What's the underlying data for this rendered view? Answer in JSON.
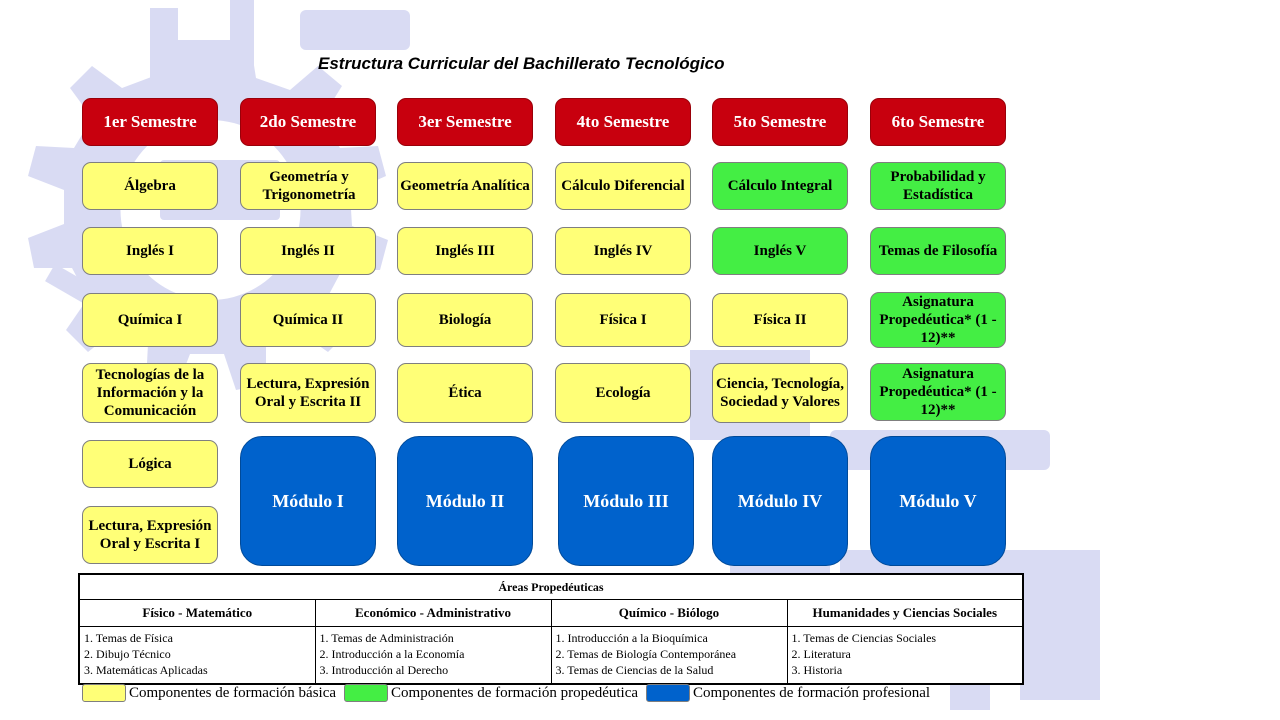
{
  "title": "Estructura Curricular del Bachillerato Tecnológico",
  "colors": {
    "header": "#c8000e",
    "basic": "#ffff77",
    "propedeutic": "#44ee44",
    "professional": "#0062cc",
    "watermark": "#b4b8e8"
  },
  "semesters": [
    {
      "header": "1er Semestre",
      "boxes": [
        {
          "text": "Álgebra",
          "kind": "basic"
        },
        {
          "text": "Inglés I",
          "kind": "basic"
        },
        {
          "text": "Química I",
          "kind": "basic"
        },
        {
          "text": "Tecnologías de la Información y la Comunicación",
          "kind": "basic"
        },
        {
          "text": "Lógica",
          "kind": "basic"
        },
        {
          "text": "Lectura, Expresión Oral y Escrita I",
          "kind": "basic"
        }
      ]
    },
    {
      "header": "2do Semestre",
      "boxes": [
        {
          "text": "Geometría y Trigonometría",
          "kind": "basic"
        },
        {
          "text": "Inglés II",
          "kind": "basic"
        },
        {
          "text": "Química II",
          "kind": "basic"
        },
        {
          "text": "Lectura, Expresión Oral y Escrita II",
          "kind": "basic"
        },
        {
          "text": "Módulo I",
          "kind": "professional"
        }
      ]
    },
    {
      "header": "3er Semestre",
      "boxes": [
        {
          "text": "Geometría Analítica",
          "kind": "basic"
        },
        {
          "text": "Inglés III",
          "kind": "basic"
        },
        {
          "text": "Biología",
          "kind": "basic"
        },
        {
          "text": "Ética",
          "kind": "basic"
        },
        {
          "text": "Módulo II",
          "kind": "professional"
        }
      ]
    },
    {
      "header": "4to Semestre",
      "boxes": [
        {
          "text": "Cálculo Diferencial",
          "kind": "basic"
        },
        {
          "text": "Inglés IV",
          "kind": "basic"
        },
        {
          "text": "Física I",
          "kind": "basic"
        },
        {
          "text": "Ecología",
          "kind": "basic"
        },
        {
          "text": "Módulo III",
          "kind": "professional"
        }
      ]
    },
    {
      "header": "5to Semestre",
      "boxes": [
        {
          "text": "Cálculo Integral",
          "kind": "propedeutic"
        },
        {
          "text": "Inglés V",
          "kind": "propedeutic"
        },
        {
          "text": "Física II",
          "kind": "basic"
        },
        {
          "text": "Ciencia, Tecnología, Sociedad y Valores",
          "kind": "basic"
        },
        {
          "text": "Módulo IV",
          "kind": "professional"
        }
      ]
    },
    {
      "header": "6to Semestre",
      "boxes": [
        {
          "text": "Probabilidad y Estadística",
          "kind": "propedeutic"
        },
        {
          "text": "Temas de Filosofía",
          "kind": "propedeutic"
        },
        {
          "text": "Asignatura Propedéutica* (1 - 12)**",
          "kind": "propedeutic"
        },
        {
          "text": "Asignatura Propedéutica* (1 - 12)**",
          "kind": "propedeutic"
        },
        {
          "text": "Módulo V",
          "kind": "professional"
        }
      ]
    }
  ],
  "areas": {
    "title": "Áreas Propedéuticas",
    "columns": [
      {
        "name": "Físico - Matemático",
        "items": [
          "1. Temas de Física",
          "2. Dibujo Técnico",
          "3. Matemáticas Aplicadas"
        ]
      },
      {
        "name": "Económico - Administrativo",
        "items": [
          "1. Temas de Administración",
          "2. Introducción a la Economía",
          "3. Introducción al Derecho"
        ]
      },
      {
        "name": "Químico - Biólogo",
        "items": [
          "1. Introducción a la Bioquímica",
          "2. Temas de Biología Contemporánea",
          "3. Temas de Ciencias de la Salud"
        ]
      },
      {
        "name": "Humanidades y Ciencias Sociales",
        "items": [
          "1. Temas de Ciencias Sociales",
          "2. Literatura",
          "3. Historia"
        ]
      }
    ]
  },
  "legend": [
    {
      "label": "Componentes de formación básica",
      "kind": "basic"
    },
    {
      "label": "Componentes de formación propedéutica",
      "kind": "propedeutic"
    },
    {
      "label": "Componentes de formación profesional",
      "kind": "professional"
    }
  ]
}
